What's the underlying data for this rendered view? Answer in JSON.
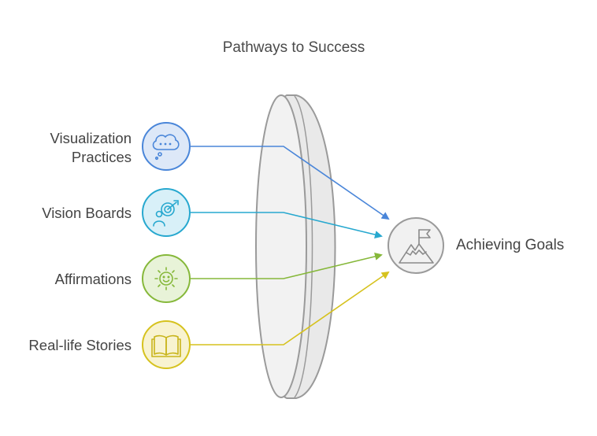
{
  "title": "Pathways to Success",
  "inputs": [
    {
      "label_line1": "Visualization",
      "label_line2": "Practices",
      "icon": "thought-bubble-icon",
      "color": "#4a86d9",
      "fill": "#dde8f8"
    },
    {
      "label_line1": "Vision Boards",
      "label_line2": "",
      "icon": "target-person-icon",
      "color": "#27a8cf",
      "fill": "#d8f0f8"
    },
    {
      "label_line1": "Affirmations",
      "label_line2": "",
      "icon": "smiling-sun-icon",
      "color": "#86b83a",
      "fill": "#e8f3d8"
    },
    {
      "label_line1": "Real-life Stories",
      "label_line2": "",
      "icon": "open-book-icon",
      "color": "#d6c21e",
      "fill": "#f8f3d0"
    }
  ],
  "goal": {
    "label": "Achieving Goals",
    "icon": "mountain-flag-icon",
    "color": "#9a9a9a",
    "fill": "#f1f1f1"
  },
  "lens_color": "#9a9a9a"
}
